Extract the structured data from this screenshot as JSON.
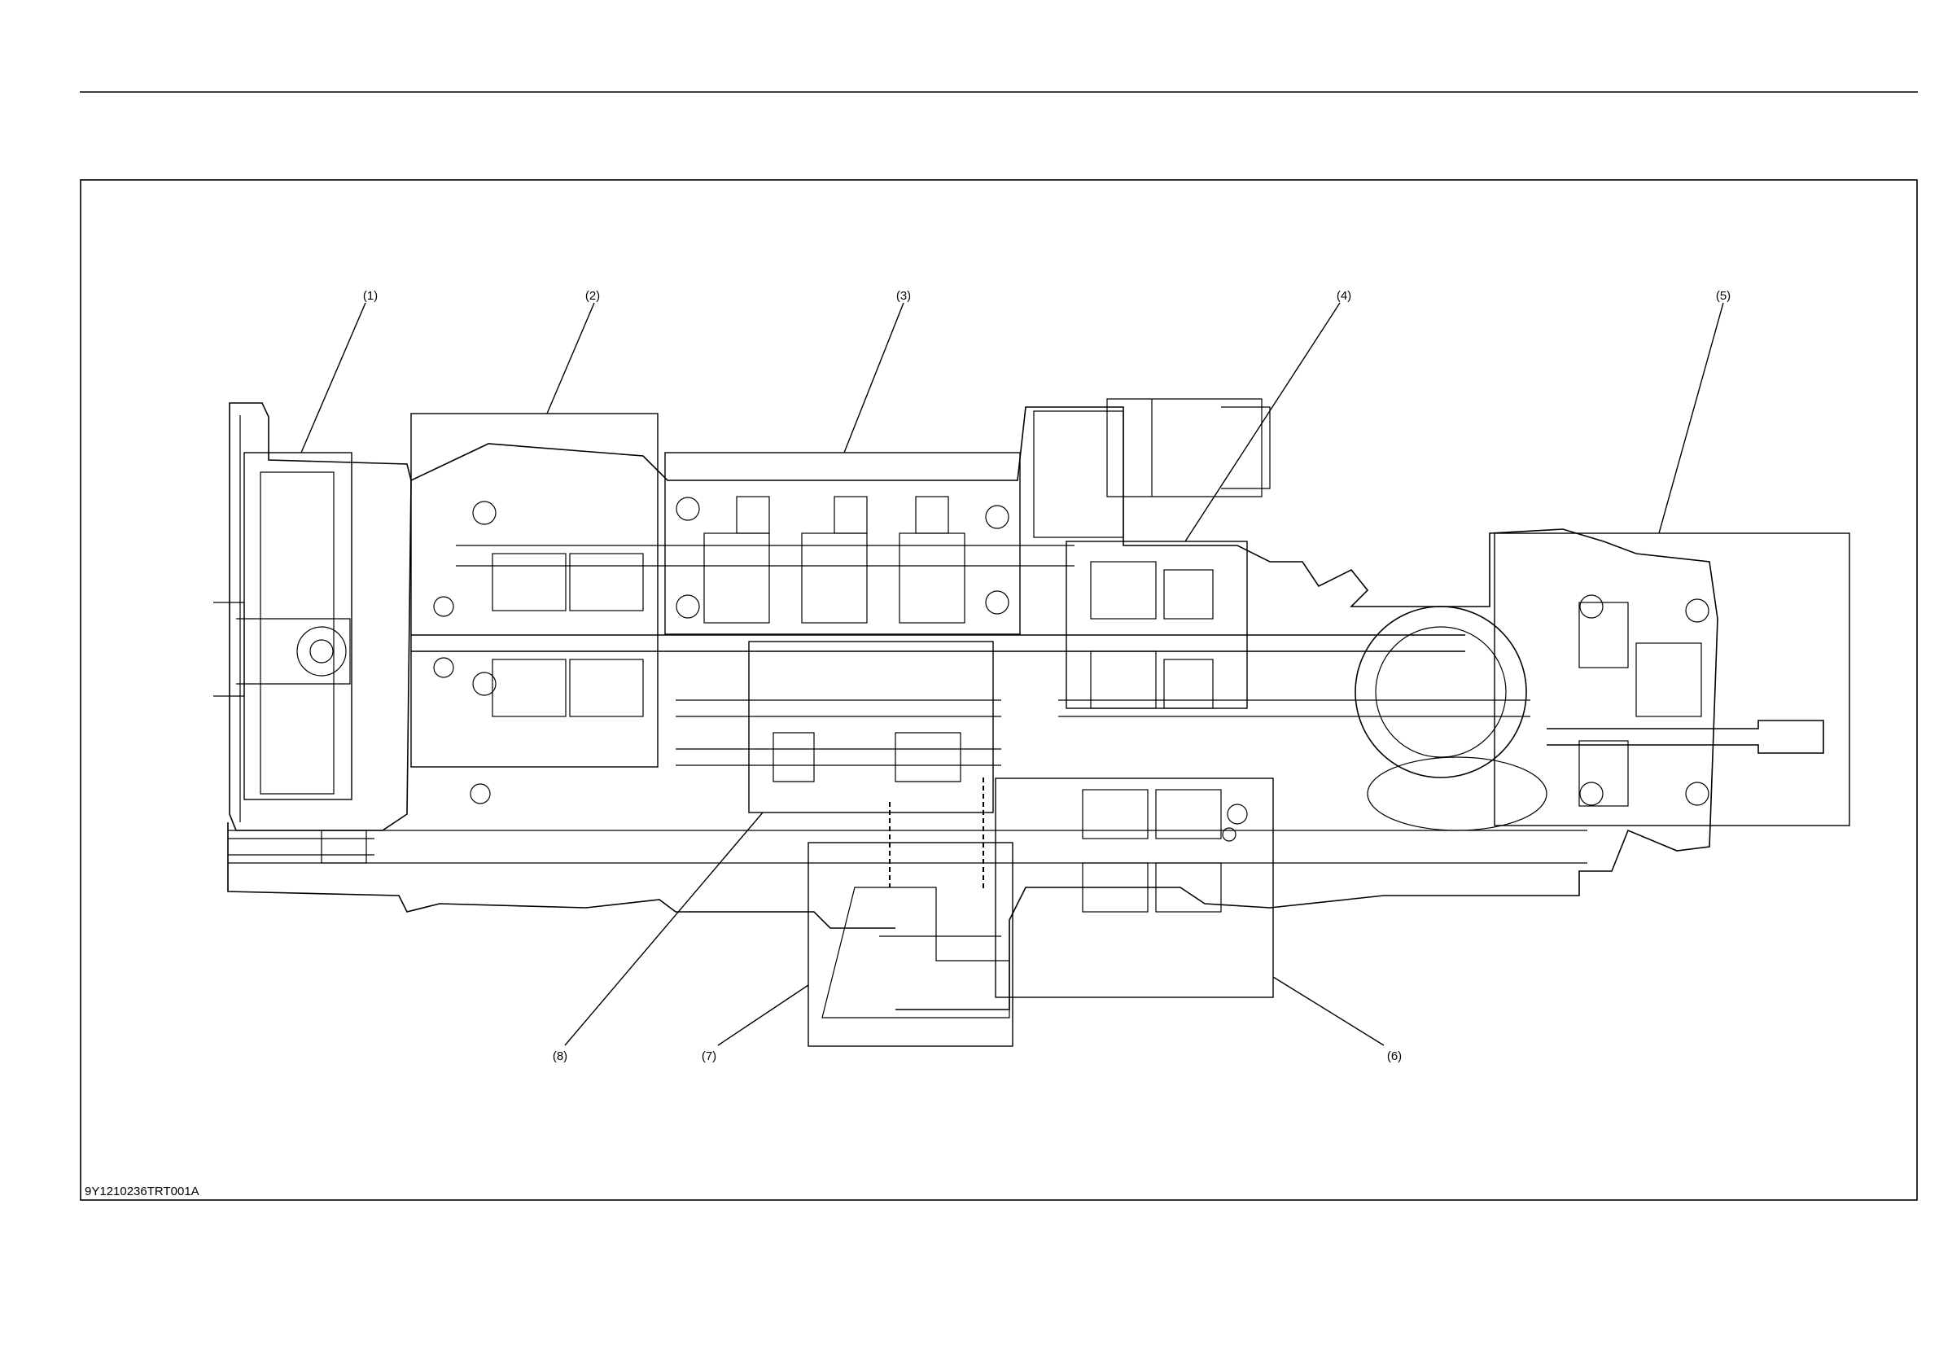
{
  "figure_code": "9Y1210236TRT001A",
  "callouts": [
    {
      "label": "(1)"
    },
    {
      "label": "(2)"
    },
    {
      "label": "(3)"
    },
    {
      "label": "(4)"
    },
    {
      "label": "(5)"
    },
    {
      "label": "(6)"
    },
    {
      "label": "(7)"
    },
    {
      "label": "(8)"
    }
  ]
}
